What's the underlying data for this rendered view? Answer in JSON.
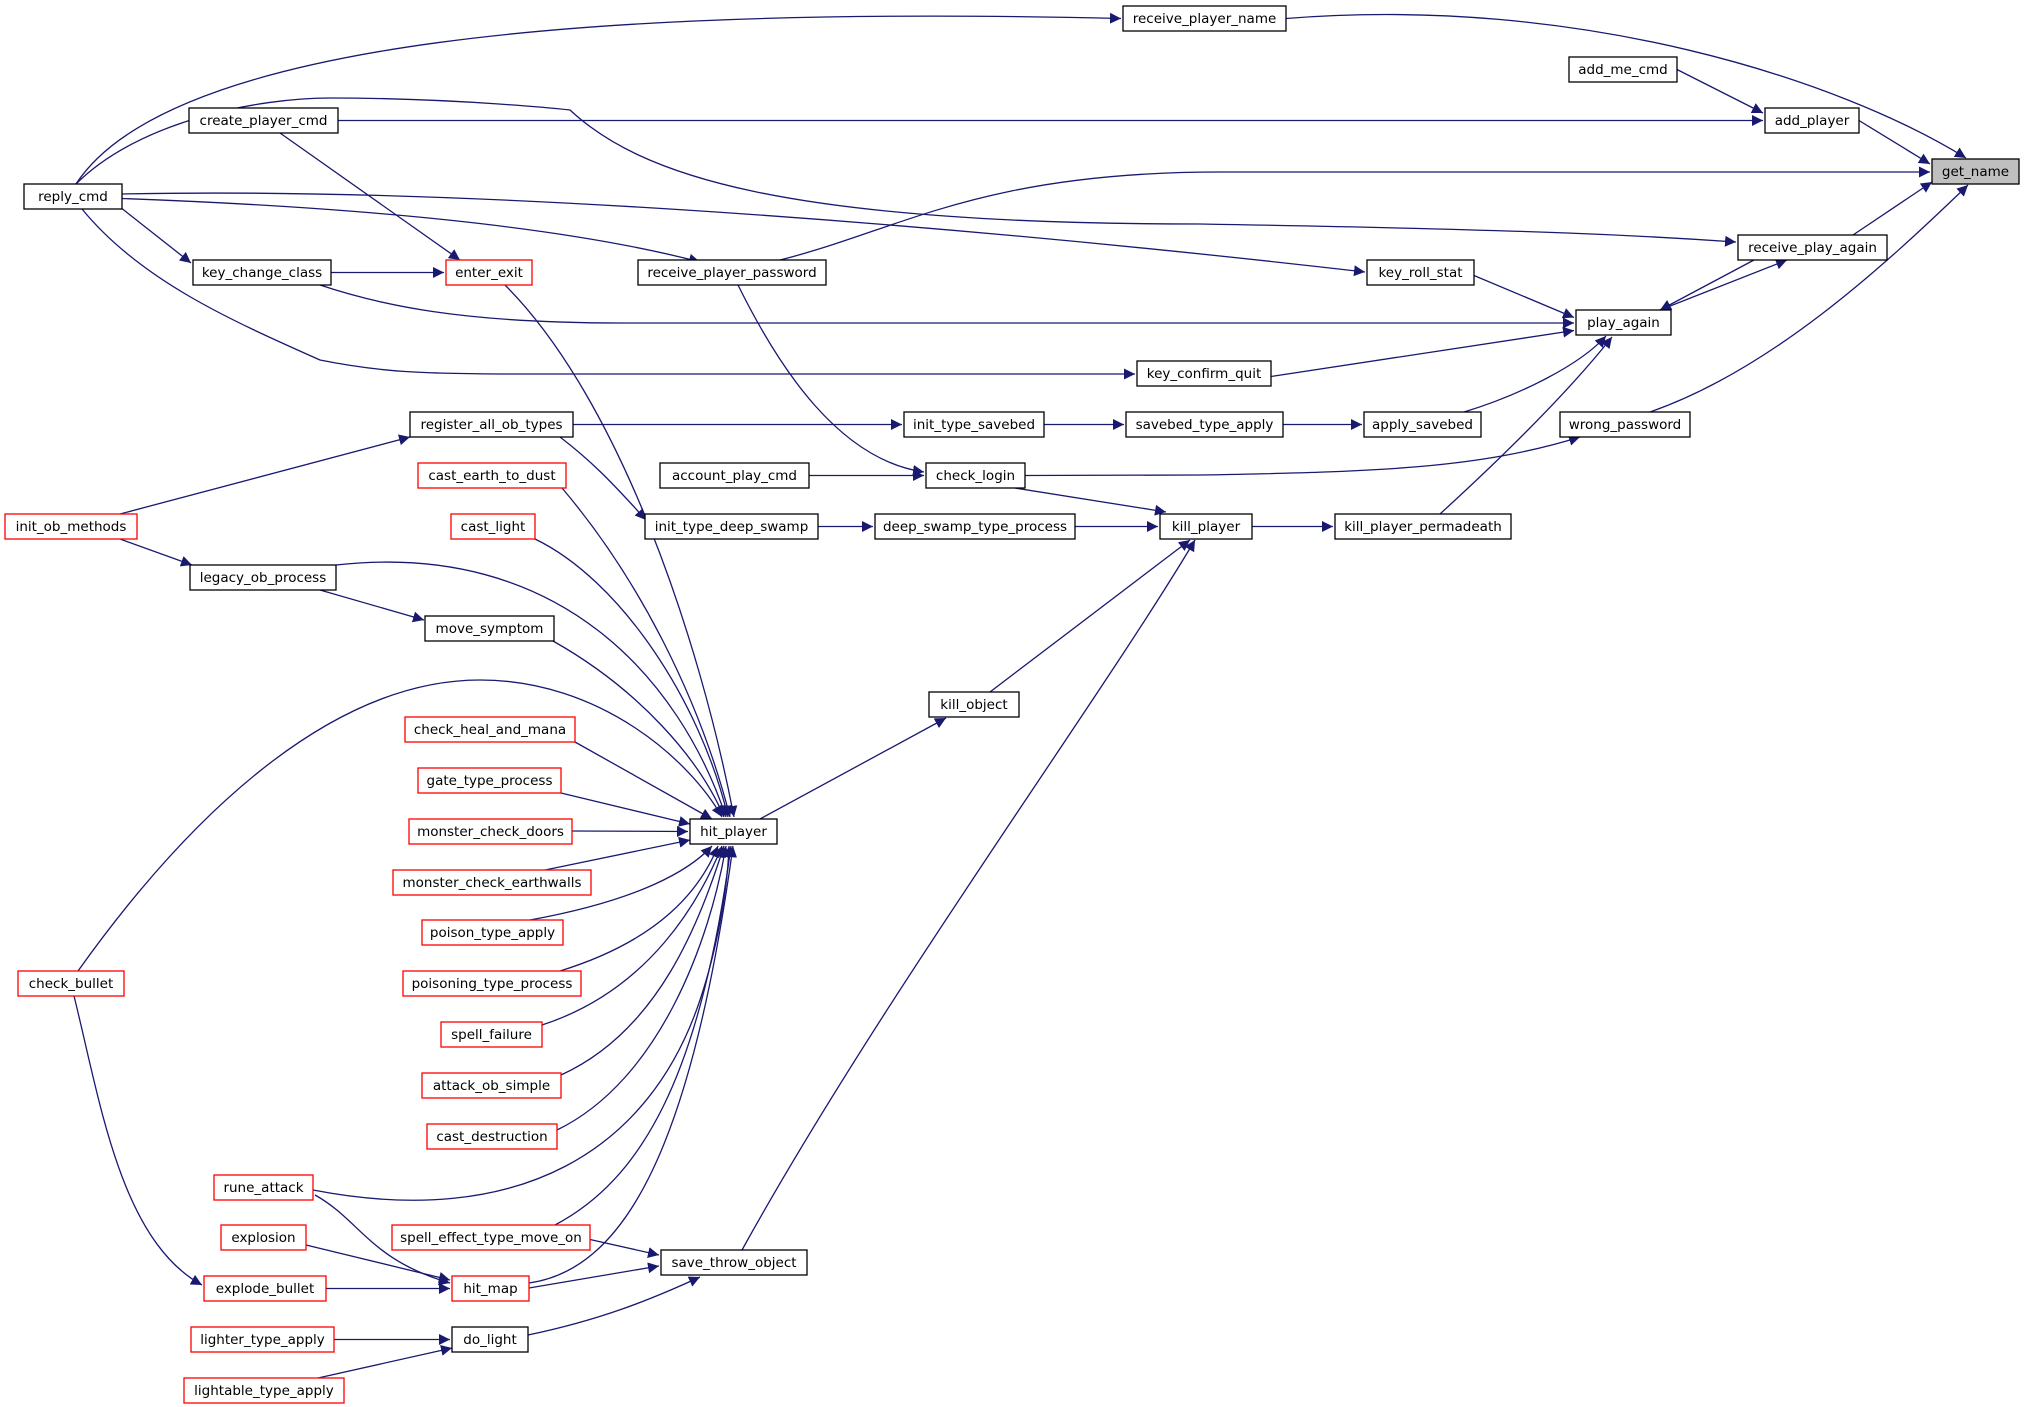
{
  "graph": {
    "edge_color": "#191970",
    "highlight_fill": "#bfbfbf",
    "red_border": "#ff0000",
    "nodes": [
      {
        "id": "get_name",
        "label": "get_name",
        "style": "root"
      },
      {
        "id": "receive_player_name",
        "label": "receive_player_name",
        "style": "black"
      },
      {
        "id": "add_me_cmd",
        "label": "add_me_cmd",
        "style": "black"
      },
      {
        "id": "add_player",
        "label": "add_player",
        "style": "black"
      },
      {
        "id": "create_player_cmd",
        "label": "create_player_cmd",
        "style": "black"
      },
      {
        "id": "reply_cmd",
        "label": "reply_cmd",
        "style": "black"
      },
      {
        "id": "receive_play_again",
        "label": "receive_play_again",
        "style": "black"
      },
      {
        "id": "enter_exit",
        "label": "enter_exit",
        "style": "red"
      },
      {
        "id": "key_change_class",
        "label": "key_change_class",
        "style": "black"
      },
      {
        "id": "receive_player_password",
        "label": "receive_player_password",
        "style": "black"
      },
      {
        "id": "key_roll_stat",
        "label": "key_roll_stat",
        "style": "black"
      },
      {
        "id": "play_again",
        "label": "play_again",
        "style": "black"
      },
      {
        "id": "key_confirm_quit",
        "label": "key_confirm_quit",
        "style": "black"
      },
      {
        "id": "register_all_ob_types",
        "label": "register_all_ob_types",
        "style": "black"
      },
      {
        "id": "init_type_savebed",
        "label": "init_type_savebed",
        "style": "black"
      },
      {
        "id": "savebed_type_apply",
        "label": "savebed_type_apply",
        "style": "black"
      },
      {
        "id": "apply_savebed",
        "label": "apply_savebed",
        "style": "black"
      },
      {
        "id": "wrong_password",
        "label": "wrong_password",
        "style": "black"
      },
      {
        "id": "cast_earth_to_dust",
        "label": "cast_earth_to_dust",
        "style": "red"
      },
      {
        "id": "account_play_cmd",
        "label": "account_play_cmd",
        "style": "black"
      },
      {
        "id": "check_login",
        "label": "check_login",
        "style": "black"
      },
      {
        "id": "init_ob_methods",
        "label": "init_ob_methods",
        "style": "red"
      },
      {
        "id": "cast_light",
        "label": "cast_light",
        "style": "red"
      },
      {
        "id": "init_type_deep_swamp",
        "label": "init_type_deep_swamp",
        "style": "black"
      },
      {
        "id": "deep_swamp_type_process",
        "label": "deep_swamp_type_process",
        "style": "black"
      },
      {
        "id": "kill_player",
        "label": "kill_player",
        "style": "black"
      },
      {
        "id": "kill_player_permadeath",
        "label": "kill_player_permadeath",
        "style": "black"
      },
      {
        "id": "legacy_ob_process",
        "label": "legacy_ob_process",
        "style": "black"
      },
      {
        "id": "move_symptom",
        "label": "move_symptom",
        "style": "black"
      },
      {
        "id": "kill_object",
        "label": "kill_object",
        "style": "black"
      },
      {
        "id": "check_heal_and_mana",
        "label": "check_heal_and_mana",
        "style": "red"
      },
      {
        "id": "gate_type_process",
        "label": "gate_type_process",
        "style": "red"
      },
      {
        "id": "monster_check_doors",
        "label": "monster_check_doors",
        "style": "red"
      },
      {
        "id": "hit_player",
        "label": "hit_player",
        "style": "black"
      },
      {
        "id": "monster_check_earthwalls",
        "label": "monster_check_earthwalls",
        "style": "red"
      },
      {
        "id": "poison_type_apply",
        "label": "poison_type_apply",
        "style": "red"
      },
      {
        "id": "check_bullet",
        "label": "check_bullet",
        "style": "red"
      },
      {
        "id": "poisoning_type_process",
        "label": "poisoning_type_process",
        "style": "red"
      },
      {
        "id": "spell_failure",
        "label": "spell_failure",
        "style": "red"
      },
      {
        "id": "attack_ob_simple",
        "label": "attack_ob_simple",
        "style": "red"
      },
      {
        "id": "cast_destruction",
        "label": "cast_destruction",
        "style": "red"
      },
      {
        "id": "rune_attack",
        "label": "rune_attack",
        "style": "red"
      },
      {
        "id": "explosion",
        "label": "explosion",
        "style": "red"
      },
      {
        "id": "spell_effect_type_move_on",
        "label": "spell_effect_type_move_on",
        "style": "red"
      },
      {
        "id": "save_throw_object",
        "label": "save_throw_object",
        "style": "black"
      },
      {
        "id": "explode_bullet",
        "label": "explode_bullet",
        "style": "red"
      },
      {
        "id": "hit_map",
        "label": "hit_map",
        "style": "red"
      },
      {
        "id": "lighter_type_apply",
        "label": "lighter_type_apply",
        "style": "red"
      },
      {
        "id": "do_light",
        "label": "do_light",
        "style": "black"
      },
      {
        "id": "lightable_type_apply",
        "label": "lightable_type_apply",
        "style": "red"
      }
    ]
  }
}
